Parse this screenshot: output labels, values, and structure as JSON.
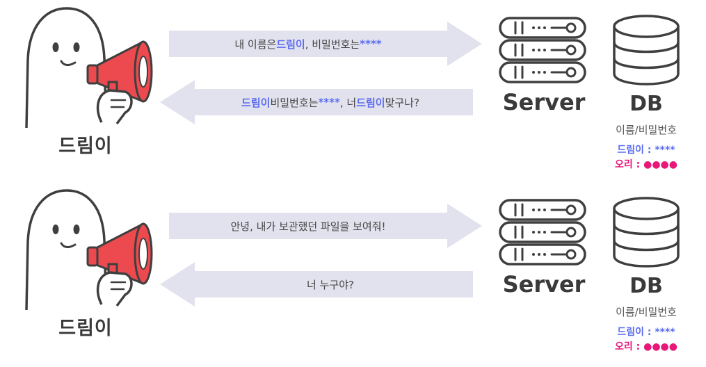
{
  "colors": {
    "accent_blue": "#5b6cf0",
    "accent_pink": "#e8177a",
    "megaphone_red": "#ec4a4f",
    "arrow_fill": "#e2e2ee",
    "outline": "#3f3f3f"
  },
  "icons": [
    "person-icon",
    "megaphone-icon",
    "server-icon",
    "database-icon"
  ],
  "panels": [
    {
      "person_name": "드림이",
      "request": {
        "pre": "내 이름은 ",
        "name": "드림이",
        "post": ", 비밀번호는 ",
        "stars": "****"
      },
      "response": {
        "name1": "드림이",
        "mid1": " 비밀번호는 ",
        "stars": "****",
        "mid2": ", 너 ",
        "name2": "드림이",
        "post": " 맞구나?"
      },
      "server_label": "Server",
      "db": {
        "label": "DB",
        "fields": "이름/비밀번호",
        "row1": "드림이 : ****",
        "row2": "오리 : ●●●●"
      }
    },
    {
      "person_name": "드림이",
      "request": {
        "text": "안녕, 내가 보관했던 파일을 보여줘!"
      },
      "response": {
        "text": "너 누구야?"
      },
      "server_label": "Server",
      "db": {
        "label": "DB",
        "fields": "이름/비밀번호",
        "row1": "드림이 : ****",
        "row2": "오리 : ●●●●"
      }
    }
  ]
}
